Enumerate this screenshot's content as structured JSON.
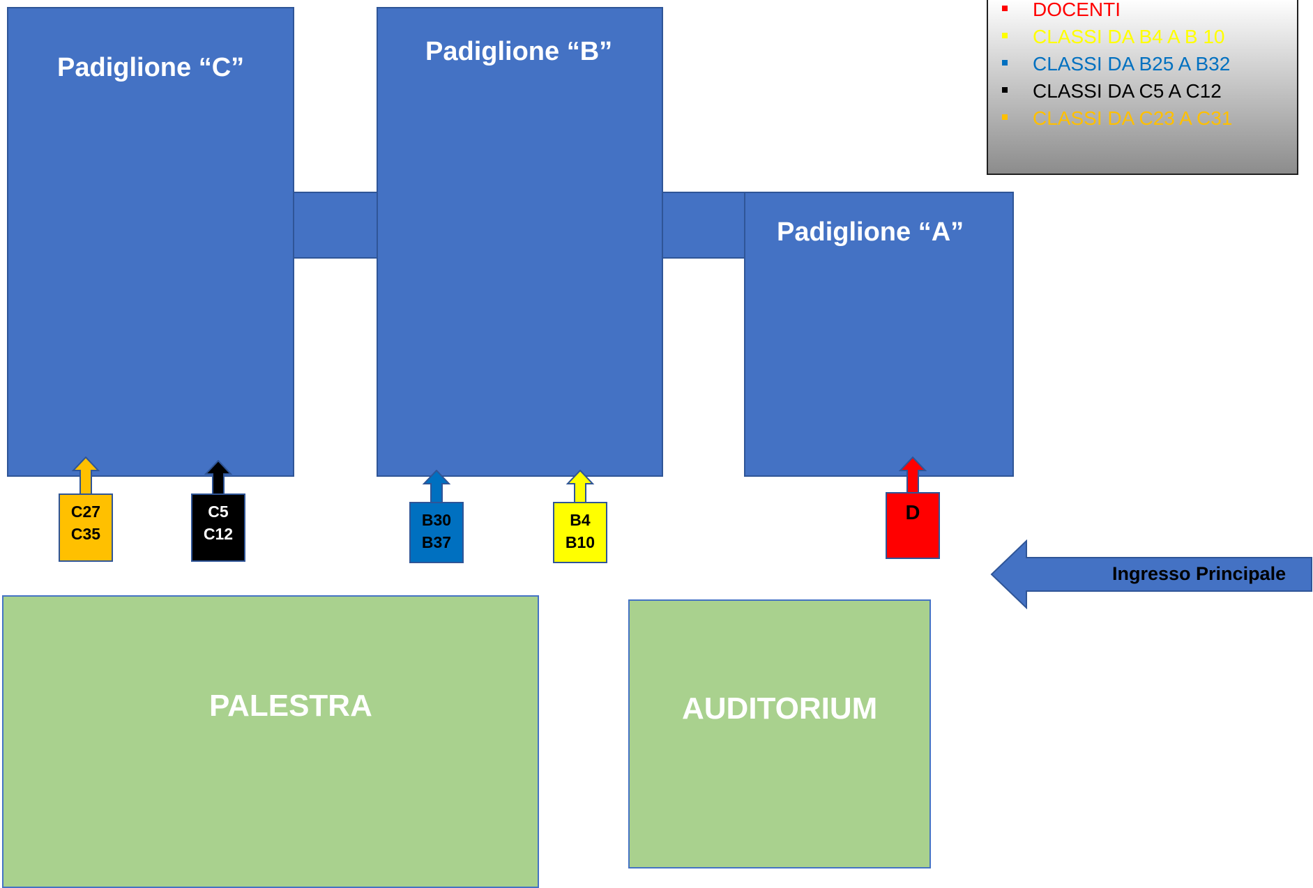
{
  "buildings": {
    "c": {
      "title": "Padiglione “C”"
    },
    "b": {
      "title": "Padiglione “B”"
    },
    "a": {
      "title": "Padiglione “A”"
    }
  },
  "areas": {
    "palestra": "PALESTRA",
    "auditorium": "AUDITORIUM"
  },
  "entrances": [
    {
      "lines": [
        "C27",
        "C35"
      ],
      "color": "#ffc000",
      "text_color": "#000000"
    },
    {
      "lines": [
        "C5",
        "C12"
      ],
      "color": "#000000",
      "text_color": "#ffffff"
    },
    {
      "lines": [
        "B30",
        "B37"
      ],
      "color": "#0070c0",
      "text_color": "#000000"
    },
    {
      "lines": [
        "B4",
        "B10"
      ],
      "color": "#ffff00",
      "text_color": "#000000"
    },
    {
      "lines": [
        "D"
      ],
      "color": "#ff0000",
      "text_color": "#000000"
    }
  ],
  "legend": {
    "items": [
      {
        "label": "DOCENTI",
        "color": "#ff0000"
      },
      {
        "label": "CLASSI DA B4 A B 10",
        "color": "#ffff00"
      },
      {
        "label": "CLASSI DA B25 A B32",
        "color": "#0070c0"
      },
      {
        "label": "CLASSI DA C5 A C12",
        "color": "#000000"
      },
      {
        "label": "CLASSI DA C23 A C31",
        "color": "#ffc000"
      }
    ]
  },
  "main_entrance": {
    "label": "Ingresso Principale"
  },
  "colors": {
    "building": "#4472c4",
    "green_area": "#a9d18e"
  }
}
